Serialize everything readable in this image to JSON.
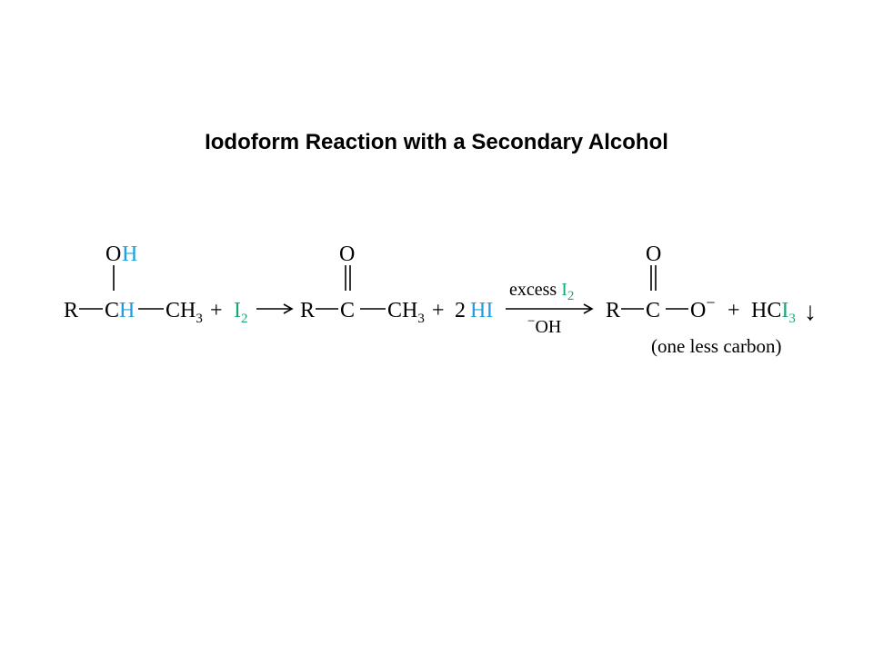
{
  "title": "Iodoform Reaction with a Secondary Alcohol",
  "colors": {
    "text": "#000000",
    "hydrogen_highlight": "#1aa0e0",
    "iodine_highlight": "#18a673"
  },
  "reactant": {
    "r": "R",
    "c": "C",
    "h": "H",
    "ch": "CH",
    "ch_sub": "3",
    "oh_o": "O",
    "oh_h": "H"
  },
  "iodine": {
    "symbol": "I",
    "sub": "2"
  },
  "plus": "+",
  "ketone": {
    "r": "R",
    "c": "C",
    "o": "O",
    "ch": "CH",
    "ch_sub": "3"
  },
  "hi": {
    "coefficient": "2",
    "formula": "HI"
  },
  "arrow_reagents": {
    "above_text": "excess ",
    "above_symbol": "I",
    "above_sub": "2",
    "below_charge": "−",
    "below_text": "OH"
  },
  "carboxylate": {
    "r": "R",
    "c": "C",
    "o_top": "O",
    "o_side": "O",
    "charge": "−"
  },
  "iodoform": {
    "hc": "HC",
    "i": "I",
    "sub": "3",
    "precipitate_arrow": "↓"
  },
  "note": "(one less carbon)"
}
